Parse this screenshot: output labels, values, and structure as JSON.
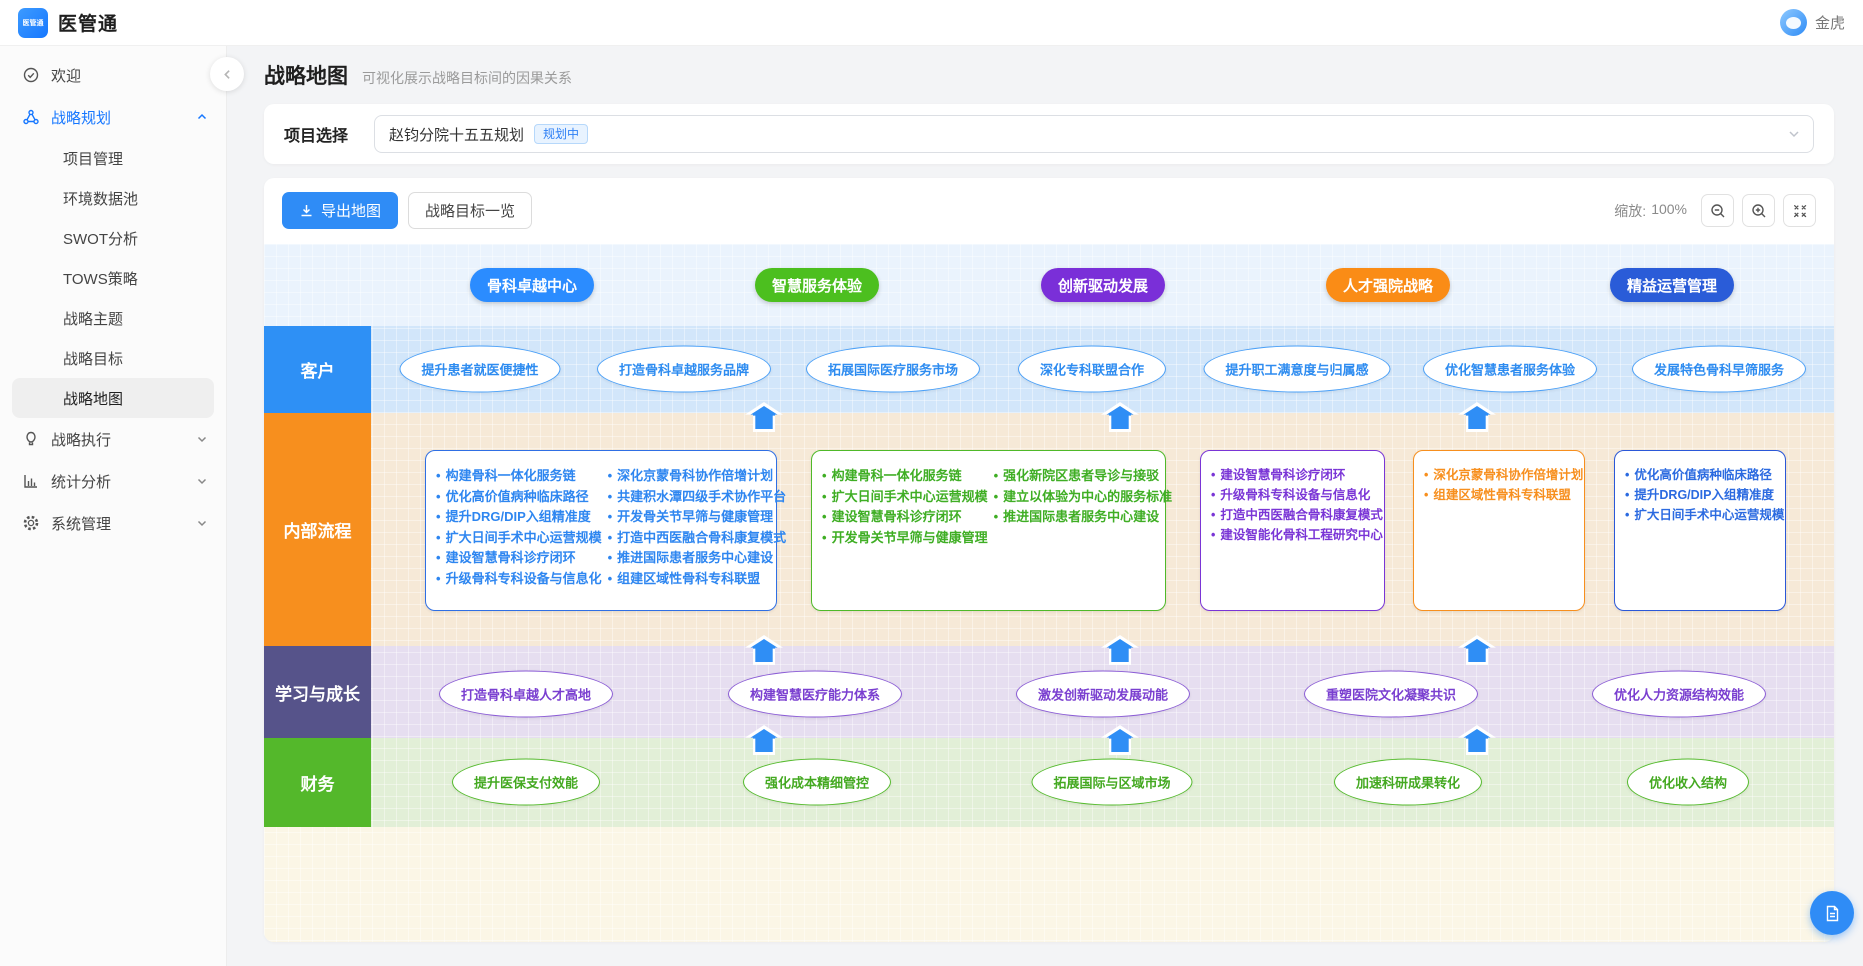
{
  "app": {
    "title": "医管通",
    "user_name": "金虎"
  },
  "sidebar": {
    "welcome": "欢迎",
    "strategic_planning": "战略规划",
    "project_management": "项目管理",
    "env_data_pool": "环境数据池",
    "swot": "SWOT分析",
    "tows": "TOWS策略",
    "strategy_theme": "战略主题",
    "strategy_goal": "战略目标",
    "strategy_map": "战略地图",
    "strategy_execution": "战略执行",
    "statistics": "统计分析",
    "system_management": "系统管理"
  },
  "page": {
    "title": "战略地图",
    "subtitle": "可视化展示战略目标间的因果关系"
  },
  "project": {
    "label": "项目选择",
    "selected": "赵钧分院十五五规划",
    "status": "规划中"
  },
  "toolbar": {
    "export": "导出地图",
    "overview": "战略目标一览",
    "zoom_label": "缩放:",
    "zoom_value": "100%"
  },
  "colors": {
    "accent": "#2f8cf6",
    "customer_row": "#2e90f5",
    "process_row": "#f78f1e",
    "learning_row": "#56538a",
    "finance_row": "#54b82b",
    "pillar_colors": [
      "#2b8cff",
      "#4cbf1f",
      "#7a2fd8",
      "#fa8c16",
      "#2a5cd8"
    ]
  },
  "map": {
    "pillars": [
      {
        "label": "骨科卓越中心",
        "color": "#2b8cff"
      },
      {
        "label": "智慧服务体验",
        "color": "#4cbf1f"
      },
      {
        "label": "创新驱动发展",
        "color": "#7a2fd8"
      },
      {
        "label": "人才强院战略",
        "color": "#fa8c16"
      },
      {
        "label": "精益运营管理",
        "color": "#2a5cd8"
      }
    ],
    "row_labels": [
      "客户",
      "内部流程",
      "学习与成长",
      "财务"
    ],
    "customer_nodes": [
      "提升患者就医便捷性",
      "打造骨科卓越服务品牌",
      "拓展国际医疗服务市场",
      "深化专科联盟合作",
      "提升职工满意度与归属感",
      "优化智慧患者服务体验",
      "发展特色骨科早筛服务"
    ],
    "process_boxes": [
      {
        "col1": [
          "构建骨科一体化服务链",
          "优化高价值病种临床路径",
          "提升DRG/DIP入组精准度",
          "扩大日间手术中心运营规模",
          "建设智慧骨科诊疗闭环",
          "升级骨科专科设备与信息化"
        ],
        "col2": [
          "深化京蒙骨科协作倍增计划",
          "共建积水潭四级手术协作平台",
          "开发骨关节早筛与健康管理",
          "打造中西医融合骨科康复模式",
          "推进国际患者服务中心建设",
          "组建区域性骨科专科联盟"
        ]
      },
      {
        "col1": [
          "构建骨科一体化服务链",
          "扩大日间手术中心运营规模",
          "建设智慧骨科诊疗闭环",
          "开发骨关节早筛与健康管理"
        ],
        "col2": [
          "强化新院区患者导诊与接驳",
          "建立以体验为中心的服务标准",
          "推进国际患者服务中心建设"
        ]
      },
      {
        "col1": [
          "建设智慧骨科诊疗闭环",
          "升级骨科专科设备与信息化",
          "打造中西医融合骨科康复模式",
          "建设智能化骨科工程研究中心"
        ]
      },
      {
        "col1": [
          "深化京蒙骨科协作倍增计划",
          "组建区域性骨科专科联盟"
        ]
      },
      {
        "col1": [
          "优化高价值病种临床路径",
          "提升DRG/DIP入组精准度",
          "扩大日间手术中心运营规模"
        ]
      }
    ],
    "learning_nodes": [
      "打造骨科卓越人才高地",
      "构建智慧医疗能力体系",
      "激发创新驱动发展动能",
      "重塑医院文化凝聚共识",
      "优化人力资源结构效能"
    ],
    "finance_nodes": [
      "提升医保支付效能",
      "强化成本精细管控",
      "拓展国际与区域市场",
      "加速科研成果转化",
      "优化收入结构"
    ]
  }
}
